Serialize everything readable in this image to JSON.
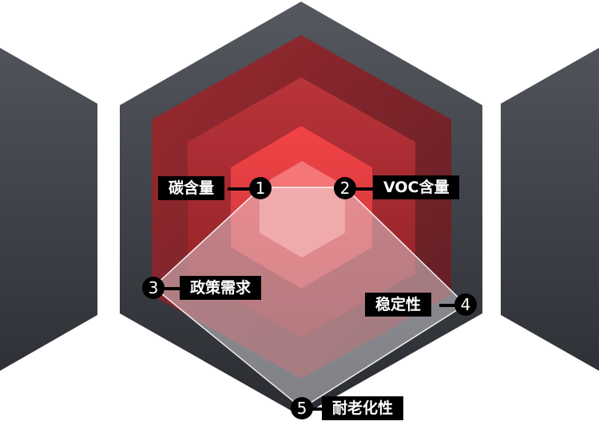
{
  "colors": {
    "dark_top": "#55585f",
    "dark_bottom": "#2a2c32",
    "red_outer": "#7a2228",
    "red_mid": "#a8282e",
    "red_inner": "#e03a3e",
    "pink_core": "#f07a7a",
    "polygon_fill": "#ffffff"
  },
  "axes": [
    {
      "number": "1",
      "label": "碳含量"
    },
    {
      "number": "2",
      "label": "VOC含量"
    },
    {
      "number": "3",
      "label": "政策需求"
    },
    {
      "number": "4",
      "label": "稳定性"
    },
    {
      "number": "5",
      "label": "耐老化性"
    }
  ]
}
